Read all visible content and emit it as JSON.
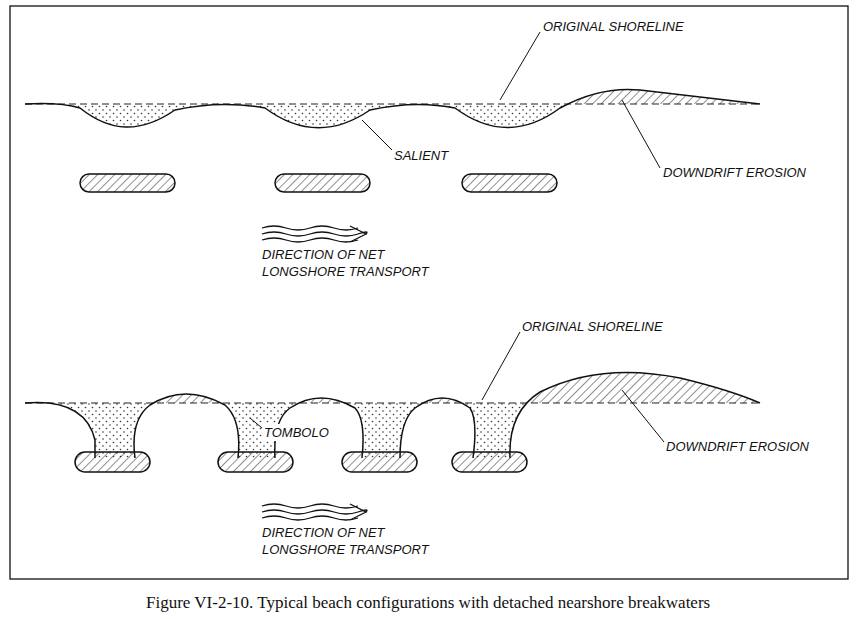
{
  "diagram": {
    "caption": "Figure VI-2-10. Typical beach configurations with detached nearshore breakwaters",
    "labels": [
      "ORIGINAL SHORELINE",
      "SALIENT",
      "DOWNDRIFT EROSION",
      "DIRECTION OF NET LONGSHORE TRANSPORT",
      "ORIGINAL SHORELINE",
      "TOMBOLO",
      "DOWNDRIFT EROSION",
      "DIRECTION OF NET LONGSHORE TRANSPORT"
    ]
  }
}
